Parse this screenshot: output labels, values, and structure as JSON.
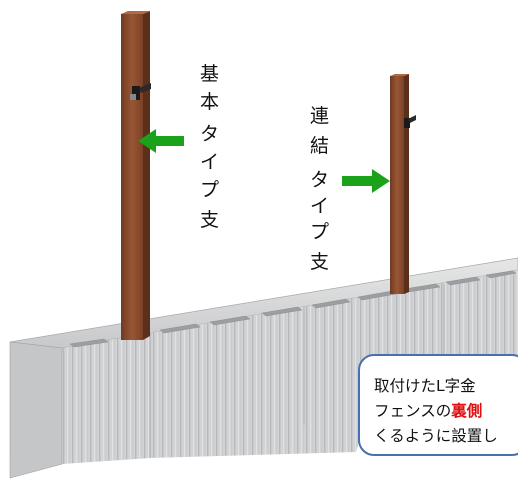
{
  "labels": {
    "basic_post": [
      "基",
      "本",
      "タ",
      "イ",
      "プ",
      "支"
    ],
    "connecting_post": [
      "連",
      "結",
      "タ",
      "イ",
      "プ",
      "支"
    ]
  },
  "callout": {
    "line1": "取付けたL字金",
    "line2_prefix": "フェンスの",
    "line2_highlight": "裏側",
    "line3": "くるように設置し"
  },
  "colors": {
    "arrow": "#1aa31a",
    "highlight": "#e01010",
    "callout_border": "#4a6fb0",
    "post": "#8b4a2c",
    "block": "#cfd0d2"
  }
}
